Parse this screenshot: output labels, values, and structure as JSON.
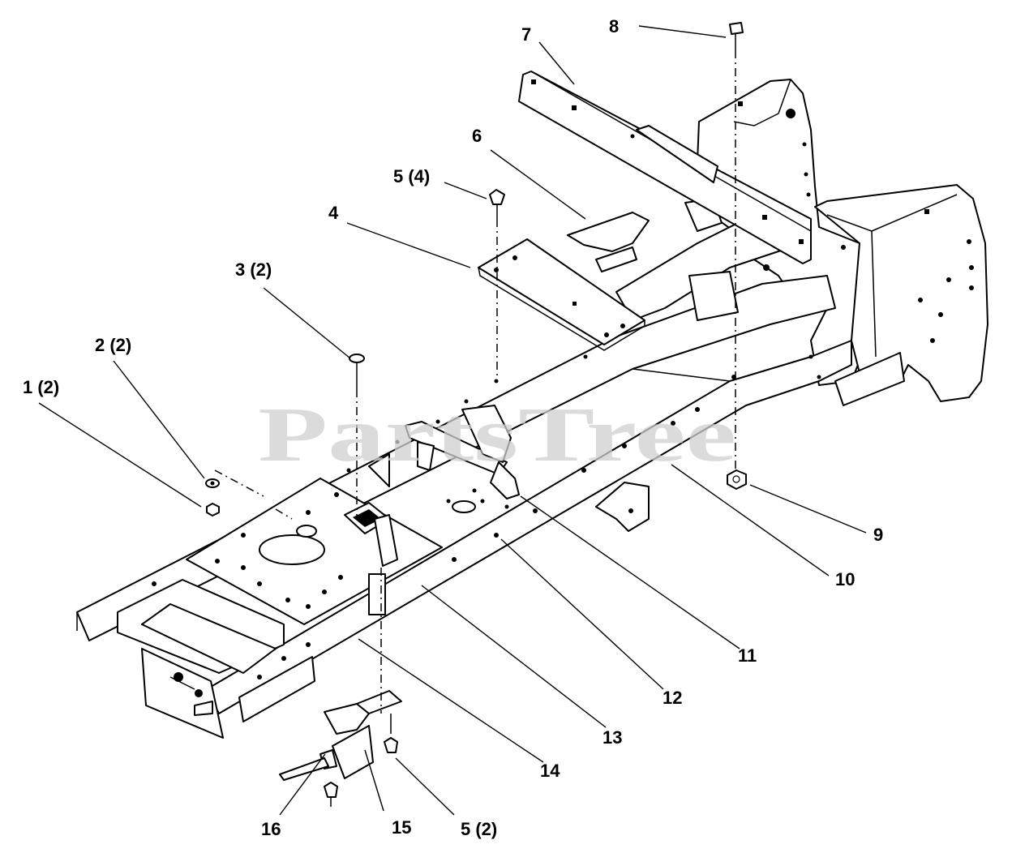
{
  "watermark": "PartsTree",
  "callouts": [
    {
      "id": "1",
      "label": "1 (2)"
    },
    {
      "id": "2",
      "label": "2 (2)"
    },
    {
      "id": "3",
      "label": "3 (2)"
    },
    {
      "id": "4",
      "label": "4"
    },
    {
      "id": "5a",
      "label": "5 (4)"
    },
    {
      "id": "6",
      "label": "6"
    },
    {
      "id": "7",
      "label": "7"
    },
    {
      "id": "8",
      "label": "8"
    },
    {
      "id": "9",
      "label": "9"
    },
    {
      "id": "10",
      "label": "10"
    },
    {
      "id": "11",
      "label": "11"
    },
    {
      "id": "12",
      "label": "12"
    },
    {
      "id": "13",
      "label": "13"
    },
    {
      "id": "14",
      "label": "14"
    },
    {
      "id": "15",
      "label": "15"
    },
    {
      "id": "16",
      "label": "16"
    },
    {
      "id": "5b",
      "label": "5 (2)"
    }
  ]
}
